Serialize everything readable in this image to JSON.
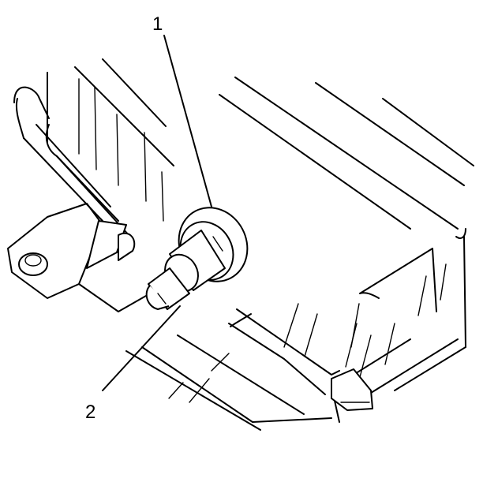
{
  "figure": {
    "callouts": [
      {
        "id": "1",
        "label": "1"
      },
      {
        "id": "2",
        "label": "2"
      }
    ]
  },
  "colors": {
    "line": "#000000",
    "background": "#ffffff"
  }
}
